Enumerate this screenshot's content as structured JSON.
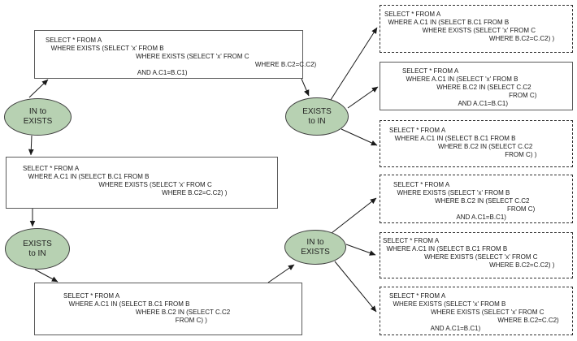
{
  "colors": {
    "ellipse_fill": "#b7d1b2",
    "ellipse_border": "#404040",
    "box_border": "#5a5a5a",
    "dashed_border": "#2e2e2e",
    "text": "#1a1a1a",
    "background": "#ffffff"
  },
  "nodes": {
    "ellipses": {
      "left_in_to_exists": "IN to\nEXISTS",
      "left_exists_to_in": "EXISTS\nto IN",
      "right_exists_to_in": "EXISTS\nto IN",
      "right_in_to_exists": "IN to\nEXISTS"
    },
    "queries": {
      "top_left": "SELECT * FROM A\n   WHERE EXISTS (SELECT 'x' FROM B\n                                                  WHERE EXISTS (SELECT 'x' FROM C\n                                                                                                                    WHERE B.C2=C.C2)\n                                                   AND A.C1=B.C1)",
      "mid_left": "SELECT * FROM A\n   WHERE A.C1 IN (SELECT B.C1 FROM B\n                                          WHERE EXISTS (SELECT 'x' FROM C\n                                                                             WHERE B.C2=C.C2) )",
      "bottom_left": "SELECT * FROM A\n   WHERE A.C1 IN (SELECT B.C1 FROM B\n                                        WHERE B.C2 IN (SELECT C.C2\n                                                              FROM C) )",
      "right_1": "SELECT * FROM A\n  WHERE A.C1 IN (SELECT B.C1 FROM B\n                     WHERE EXISTS (SELECT 'x' FROM C\n                                                          WHERE B.C2=C.C2) )",
      "right_2": "SELECT * FROM A\n  WHERE A.C1 IN (SELECT 'x' FROM B\n                   WHERE B.C2 IN (SELECT C.C2\n                                                           FROM C)\n                               AND A.C1=B.C1)",
      "right_3": "SELECT * FROM A\n   WHERE A.C1 IN (SELECT B.C1 FROM B\n                           WHERE B.C2 IN (SELECT C.C2\n                                                                FROM C) )",
      "right_4": "SELECT * FROM A\n  WHERE EXISTS (SELECT 'x' FROM B\n                       WHERE B.C2 IN (SELECT C.C2\n                                                               FROM C)\n                                   AND A.C1=B.C1)",
      "right_5": "SELECT * FROM A\n  WHERE A.C1 IN (SELECT B.C1 FROM B\n                       WHERE EXISTS (SELECT 'x' FROM C\n                                                           WHERE B.C2=C.C2) )",
      "right_6": "SELECT * FROM A\n  WHERE EXISTS (SELECT 'x' FROM B\n                       WHERE EXISTS (SELECT 'x' FROM C\n                                                            WHERE B.C2=C.C2)\n                       AND A.C1=B.C1)"
    }
  }
}
